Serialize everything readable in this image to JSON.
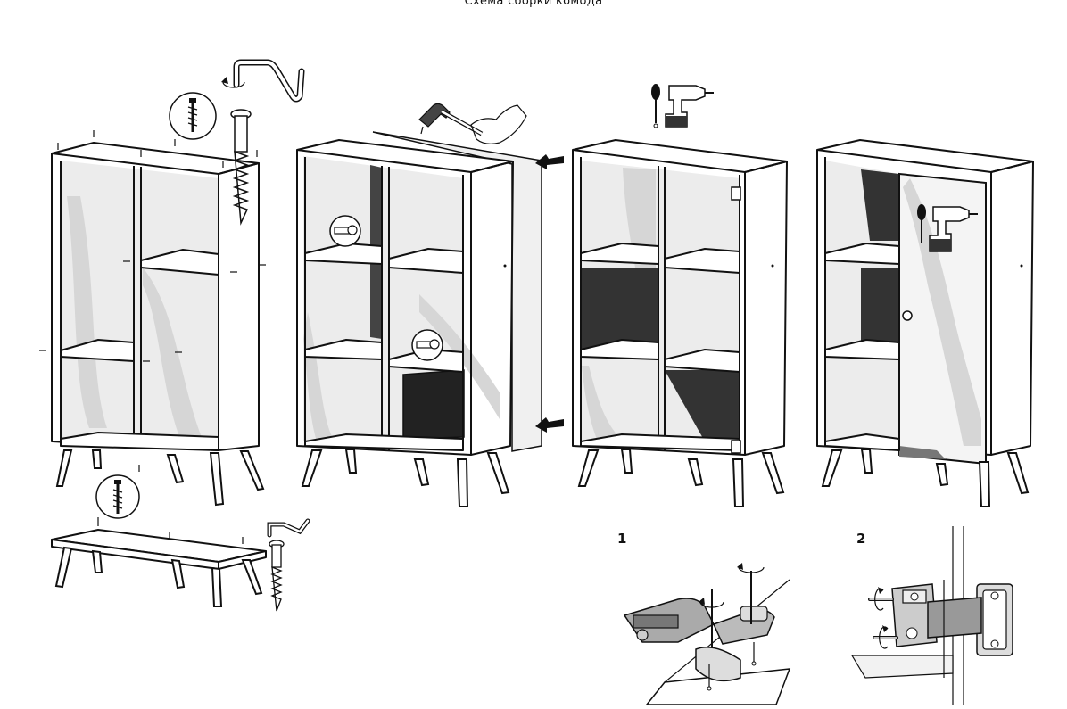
{
  "title": "Схема сборки комода",
  "steps": {
    "detail_1": "1",
    "detail_2": "2"
  },
  "icons": [
    "allen-key-icon",
    "screw-icon",
    "hammer-icon",
    "screwdriver-icon",
    "drill-icon",
    "arrow-icon"
  ]
}
